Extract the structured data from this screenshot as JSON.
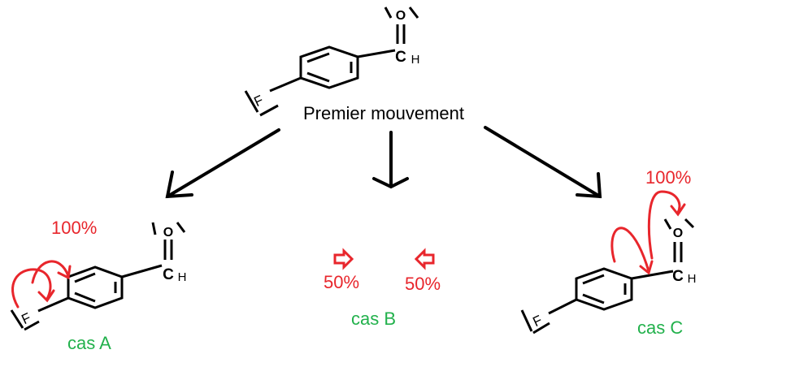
{
  "title": "Premier mouvement",
  "atoms": {
    "oxygen": "O",
    "carbon": "C",
    "hydrogen": "H",
    "fluorine": "F"
  },
  "cases": [
    {
      "label": "cas A",
      "percentages": [
        "100%"
      ]
    },
    {
      "label": "cas B",
      "percentages": [
        "50%",
        "50%"
      ]
    },
    {
      "label": "cas C",
      "percentages": [
        "100%"
      ]
    }
  ],
  "colors": {
    "structure": "#000000",
    "annotation_red": "#e8262c",
    "case_label_green": "#22b14c"
  }
}
